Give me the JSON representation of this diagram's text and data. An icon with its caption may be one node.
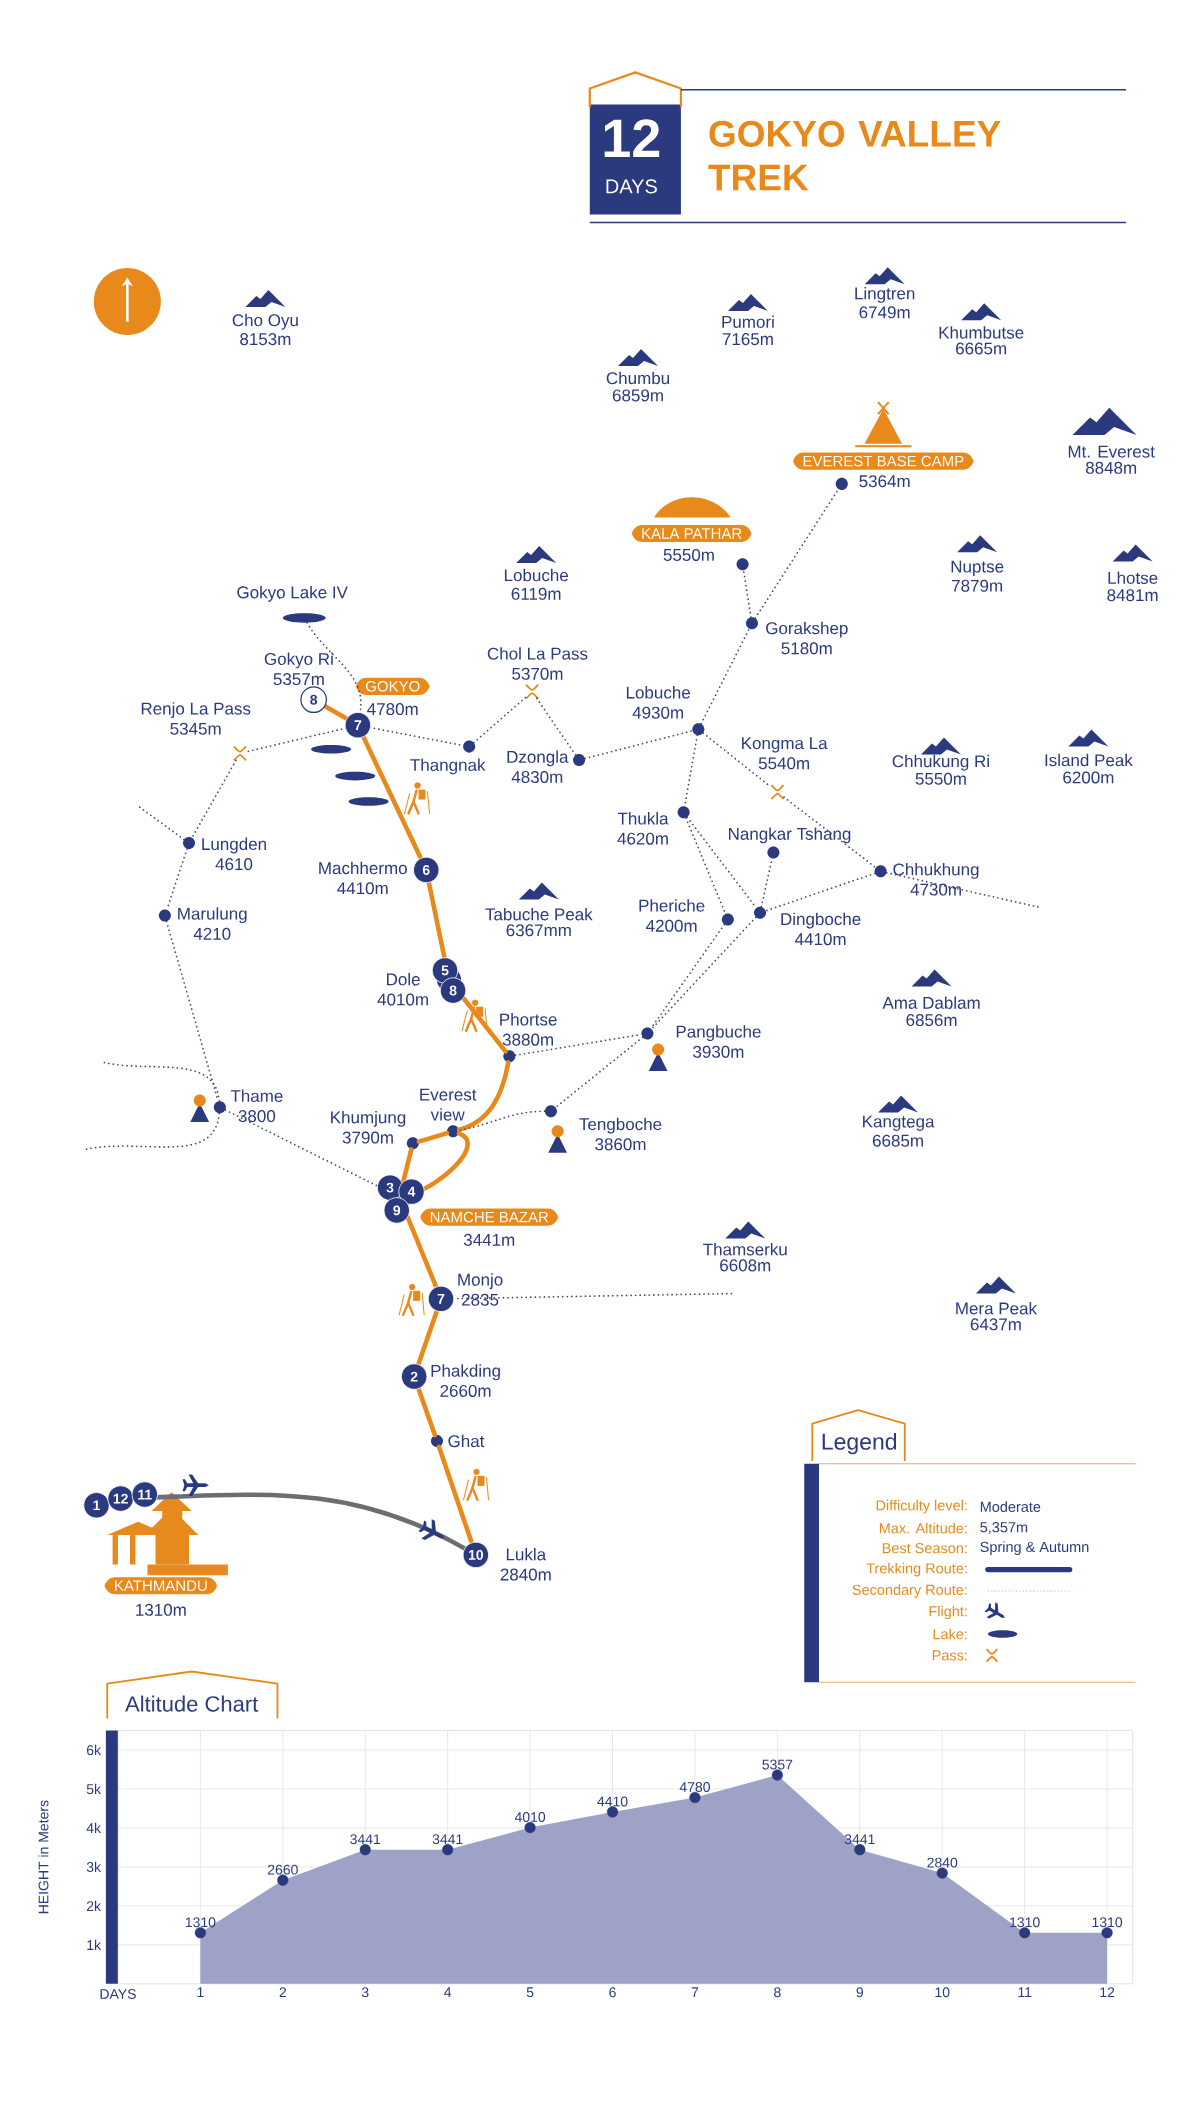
{
  "diagram": {
    "title": "GOKYO VALLEY TREK",
    "nodes": [
      {
        "text": [
          "KATHMANDU"
        ],
        "beside": [
          "1310m"
        ]
      },
      {
        "text": [
          "Lukla",
          "2840m"
        ]
      },
      {
        "text": [
          "Ghat"
        ]
      },
      {
        "text": [
          "Phakding",
          "2660m"
        ]
      },
      {
        "text": [
          "Monjo",
          "2835"
        ]
      },
      {
        "text": [
          "NAMCHE BAZAR"
        ],
        "beside": [
          "3441m"
        ]
      },
      {
        "text": [
          "Khumjung",
          "3790m"
        ]
      },
      {
        "text": [
          "Everest view"
        ]
      },
      {
        "text": [
          "Phortse",
          "3880m"
        ]
      },
      {
        "text": [
          "Dole",
          "4010m"
        ]
      },
      {
        "text": [
          "Machhermo",
          "4410m"
        ]
      },
      {
        "text": [
          "GOKYO"
        ],
        "beside": [
          "4780m"
        ]
      },
      {
        "text": [
          "Gokyo Ri",
          "5357m"
        ]
      },
      {
        "text": [
          "Thangnak"
        ]
      },
      {
        "text": [
          "Gokyo Lake IV"
        ]
      },
      {
        "text": [
          "Renjo La Pass",
          "5345m"
        ]
      },
      {
        "text": [
          "Lungden",
          "4610"
        ]
      },
      {
        "text": [
          "Marulung",
          "4210"
        ]
      },
      {
        "text": [
          "Thame",
          "3800"
        ]
      },
      {
        "text": [
          "Chol La Pass",
          "5370m"
        ]
      },
      {
        "text": [
          "Dzongla",
          "4830m"
        ]
      },
      {
        "text": [
          "Lobuche",
          "4930m"
        ]
      },
      {
        "text": [
          "Gorakshep",
          "5180m"
        ]
      },
      {
        "text": [
          "KALA PATHAR",
          "5550m"
        ]
      },
      {
        "text": [
          "EVEREST BASE CAMP",
          "5364m"
        ]
      },
      {
        "text": [
          "Kongma La",
          "5540m"
        ]
      },
      {
        "text": [
          "Thukla",
          "4620m"
        ]
      },
      {
        "text": [
          "Nangkar Tshang"
        ]
      },
      {
        "text": [
          "Chhukhung",
          "4730m"
        ]
      },
      {
        "text": [
          "Pheriche",
          "4200m"
        ]
      },
      {
        "text": [
          "Dingboche",
          "4410m"
        ]
      },
      {
        "text": [
          "Pangbuche",
          "3930m"
        ]
      },
      {
        "text": [
          "Tengboche",
          "3860m"
        ]
      }
    ],
    "edges": [
      {
        "from": 0,
        "to": 1,
        "arrow": "none",
        "color": "#6d6e73"
      },
      {
        "from": 1,
        "to": 2,
        "arrow": "none",
        "color": "#e8891c"
      },
      {
        "from": 2,
        "to": 3,
        "arrow": "none",
        "color": "#e8891c"
      },
      {
        "from": 3,
        "to": 4,
        "arrow": "none",
        "color": "#e8891c"
      },
      {
        "from": 4,
        "to": 5,
        "arrow": "none",
        "color": "#e8891c"
      },
      {
        "from": 5,
        "to": 6,
        "arrow": "none",
        "color": "#e8891c"
      },
      {
        "from": 6,
        "to": 7,
        "arrow": "none",
        "color": "#e8891c"
      },
      {
        "from": 7,
        "to": 5,
        "arrow": "none",
        "color": "#e8891c"
      },
      {
        "from": 7,
        "to": 8,
        "arrow": "none",
        "color": "#e8891c"
      },
      {
        "from": 8,
        "to": 9,
        "arrow": "none",
        "color": "#e8891c"
      },
      {
        "from": 9,
        "to": 10,
        "arrow": "none",
        "color": "#e8891c"
      },
      {
        "from": 10,
        "to": 11,
        "arrow": "none",
        "color": "#e8891c"
      },
      {
        "from": 11,
        "to": 12,
        "arrow": "none",
        "color": "#e8891c"
      },
      {
        "from": 14,
        "to": 11,
        "arrow": "none",
        "style": "dashed"
      },
      {
        "from": 11,
        "to": 15,
        "arrow": "none",
        "style": "dashed"
      },
      {
        "from": 15,
        "to": 16,
        "arrow": "none",
        "style": "dashed"
      },
      {
        "from": 16,
        "to": 17,
        "arrow": "none",
        "style": "dashed"
      },
      {
        "from": 17,
        "to": 18,
        "arrow": "none",
        "style": "dashed"
      },
      {
        "from": 18,
        "to": 5,
        "arrow": "none",
        "style": "dashed"
      },
      {
        "from": 11,
        "to": 13,
        "arrow": "none",
        "style": "dashed"
      },
      {
        "from": 13,
        "to": 19,
        "arrow": "none",
        "style": "dashed"
      },
      {
        "from": 19,
        "to": 20,
        "arrow": "none",
        "style": "dashed"
      },
      {
        "from": 20,
        "to": 21,
        "arrow": "none",
        "style": "dashed"
      },
      {
        "from": 21,
        "to": 22,
        "arrow": "none",
        "style": "dashed"
      },
      {
        "from": 22,
        "to": 23,
        "arrow": "none",
        "style": "dashed"
      },
      {
        "from": 22,
        "to": 24,
        "arrow": "none",
        "style": "dashed"
      },
      {
        "from": 21,
        "to": 26,
        "arrow": "none",
        "style": "dashed"
      },
      {
        "from": 26,
        "to": 29,
        "arrow": "none",
        "style": "dashed"
      },
      {
        "from": 29,
        "to": 31,
        "arrow": "none",
        "style": "dashed"
      },
      {
        "from": 31,
        "to": 32,
        "arrow": "none",
        "style": "dashed"
      },
      {
        "from": 32,
        "to": 7,
        "arrow": "none",
        "style": "dashed"
      },
      {
        "from": 8,
        "to": 31,
        "arrow": "none",
        "style": "dashed"
      },
      {
        "from": 21,
        "to": 25,
        "arrow": "none",
        "style": "dashed"
      },
      {
        "from": 25,
        "to": 28,
        "arrow": "none",
        "style": "dashed"
      },
      {
        "from": 28,
        "to": 30,
        "arrow": "none",
        "style": "dashed"
      },
      {
        "from": 30,
        "to": 27,
        "arrow": "none",
        "style": "dashed"
      },
      {
        "from": 26,
        "to": 30,
        "arrow": "none",
        "style": "dashed"
      },
      {
        "from": 30,
        "to": 31,
        "arrow": "none",
        "style": "dashed"
      },
      {
        "from": 18,
        "to": null,
        "arrow": "none",
        "style": "dashed"
      },
      {
        "from": 18,
        "to": null,
        "arrow": "none",
        "style": "dashed"
      },
      {
        "from": 4,
        "to": null,
        "arrow": "none",
        "style": "dashed"
      },
      {
        "from": 28,
        "to": null,
        "arrow": "none",
        "style": "dashed"
      },
      {
        "from": 16,
        "to": null,
        "arrow": "none",
        "style": "dashed"
      }
    ],
    "labels": [
      "12",
      "DAYS",
      "Cho Oyu",
      "8153m",
      "Pumori",
      "7165m",
      "Lingtren",
      "6749m",
      "Khumbutse",
      "6665m",
      "Chumbu",
      "6859m",
      "Mt. Everest",
      "8848m",
      "Lobuche",
      "6119m",
      "Nuptse",
      "7879m",
      "Lhotse",
      "8481m",
      "Chhukung Ri",
      "5550m",
      "Island Peak",
      "6200m",
      "Tabuche Peak",
      "6367mm",
      "Ama Dablam",
      "6856m",
      "Kangtega",
      "6685m",
      "Thamserku",
      "6608m",
      "Mera Peak",
      "6437m",
      "8",
      "7",
      "6",
      "5",
      "8",
      "3",
      "4",
      "9",
      "7",
      "2",
      "10",
      "1",
      "12",
      "11",
      "Legend",
      "Difficulty level:",
      "Moderate",
      "Max. Altitude:",
      "5,357m",
      "Best Season:",
      "Spring & Autumn"
    ],
    "legend": [
      {
        "text": "Trekking Route:"
      },
      {
        "text": "Secondary Route:"
      },
      {
        "text": "Flight:"
      },
      {
        "text": "Lake:"
      },
      {
        "text": "Pass:"
      }
    ],
    "chart_data": {
      "type": "area",
      "title": "Altitude Chart",
      "xlabel": "DAYS",
      "ylabel": "HEIGHT in Meters",
      "x": [
        1,
        2,
        3,
        4,
        5,
        6,
        7,
        8,
        9,
        10,
        11,
        12
      ],
      "series": [
        {
          "color": "#9ea2c6",
          "values": [
            1310,
            2660,
            3441,
            3441,
            4010,
            4410,
            4780,
            5357,
            3441,
            2840,
            1310,
            1310
          ]
        }
      ],
      "xlim": [
        0,
        12.31
      ],
      "ylim": [
        0,
        6500
      ],
      "xticks": [
        1,
        2,
        3,
        4,
        5,
        6,
        7,
        8,
        9,
        10,
        11,
        12
      ],
      "yticks": [
        {
          "value": 6000,
          "label": "6k"
        },
        {
          "value": 5000,
          "label": "5k"
        },
        {
          "value": 4000,
          "label": "4k"
        },
        {
          "value": 3000,
          "label": "3k"
        },
        {
          "value": 2000,
          "label": "2k"
        },
        {
          "value": 1000,
          "label": "1k"
        }
      ],
      "grid": true,
      "data_labels": true
    }
  }
}
